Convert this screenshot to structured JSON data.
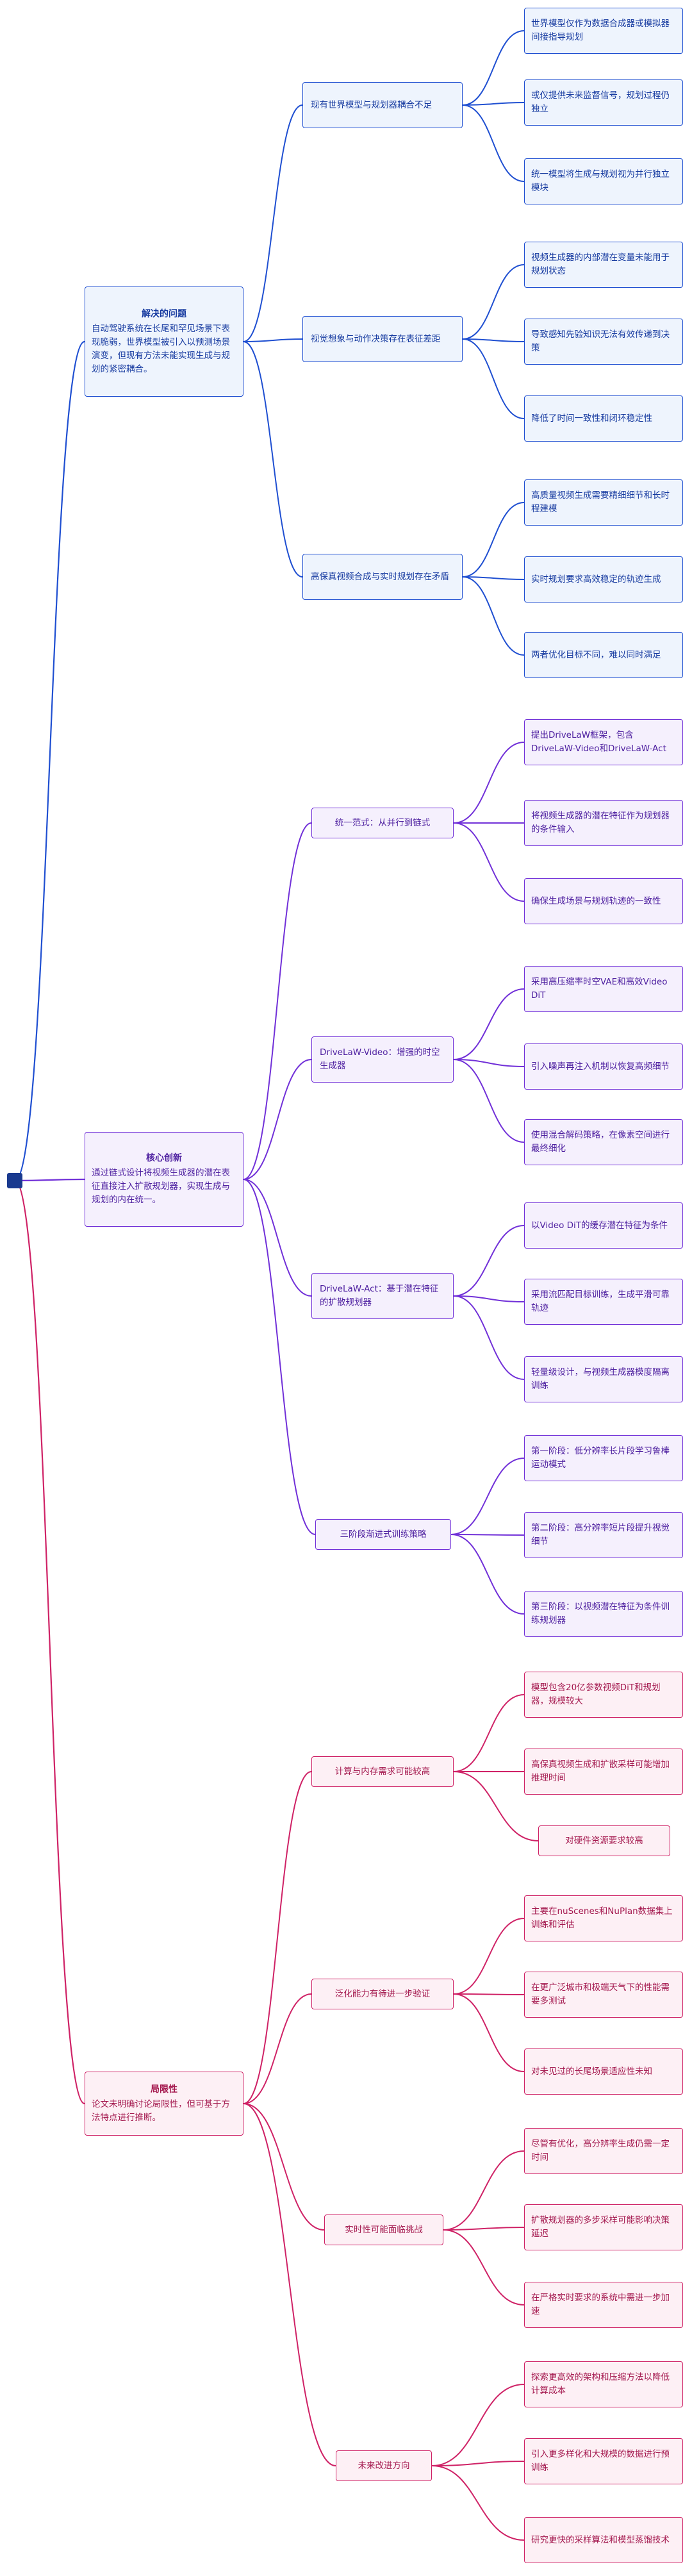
{
  "colors": {
    "blue": "#1f4fd1",
    "purple": "#7130d8",
    "pink": "#cf2266",
    "root": "#1a3a8f"
  },
  "branches": [
    {
      "title": "解决的问题",
      "desc": "自动驾驶系统在长尾和罕见场景下表现脆弱，世界模型被引入以预测场景演变，但现有方法未能实现生成与规划的紧密耦合。",
      "subs": [
        {
          "label": "现有世界模型与规划器耦合不足",
          "leaves": [
            "世界模型仅作为数据合成器或模拟器间接指导规划",
            "或仅提供未来监督信号，规划过程仍独立",
            "统一模型将生成与规划视为并行独立模块"
          ]
        },
        {
          "label": "视觉想象与动作决策存在表征差距",
          "leaves": [
            "视频生成器的内部潜在变量未能用于规划状态",
            "导致感知先验知识无法有效传递到决策",
            "降低了时间一致性和闭环稳定性"
          ]
        },
        {
          "label": "高保真视频合成与实时规划存在矛盾",
          "leaves": [
            "高质量视频生成需要精细细节和长时程建模",
            "实时规划要求高效稳定的轨迹生成",
            "两者优化目标不同，难以同时满足"
          ]
        }
      ]
    },
    {
      "title": "核心创新",
      "desc": "通过链式设计将视频生成器的潜在表征直接注入扩散规划器，实现生成与规划的内在统一。",
      "subs": [
        {
          "label": "统一范式：从并行到链式",
          "leaves": [
            "提出DriveLaW框架，包含DriveLaW-Video和DriveLaW-Act",
            "将视频生成器的潜在特征作为规划器的条件输入",
            "确保生成场景与规划轨迹的一致性"
          ]
        },
        {
          "label": "DriveLaW-Video：增强的时空生成器",
          "leaves": [
            "采用高压缩率时空VAE和高效Video DiT",
            "引入噪声再注入机制以恢复高频细节",
            "使用混合解码策略，在像素空间进行最终细化"
          ]
        },
        {
          "label": "DriveLaW-Act：基于潜在特征的扩散规划器",
          "leaves": [
            "以Video DiT的缓存潜在特征为条件",
            "采用流匹配目标训练，生成平滑可靠轨迹",
            "轻量级设计，与视频生成器模度隔离训练"
          ]
        },
        {
          "label": "三阶段渐进式训练策略",
          "leaves": [
            "第一阶段：低分辨率长片段学习鲁棒运动模式",
            "第二阶段：高分辨率短片段提升视觉细节",
            "第三阶段：以视频潜在特征为条件训练规划器"
          ]
        }
      ]
    },
    {
      "title": "局限性",
      "desc": "论文未明确讨论局限性，但可基于方法特点进行推断。",
      "subs": [
        {
          "label": "计算与内存需求可能较高",
          "leaves": [
            "模型包含20亿参数视频DiT和规划器，规模较大",
            "高保真视频生成和扩散采样可能增加推理时间",
            "对硬件资源要求较高"
          ]
        },
        {
          "label": "泛化能力有待进一步验证",
          "leaves": [
            "主要在nuScenes和NuPlan数据集上训练和评估",
            "在更广泛城市和极端天气下的性能需要多测试",
            "对未见过的长尾场景适应性未知"
          ]
        },
        {
          "label": "实时性可能面临挑战",
          "leaves": [
            "尽管有优化，高分辨率生成仍需一定时间",
            "扩散规划器的多步采样可能影响决策延迟",
            "在严格实时要求的系统中需进一步加速"
          ]
        },
        {
          "label": "未来改进方向",
          "leaves": [
            "探索更高效的架构和压缩方法以降低计算成本",
            "引入更多样化和大规模的数据进行预训练",
            "研究更快的采样算法和模型蒸馏技术"
          ]
        }
      ]
    }
  ]
}
